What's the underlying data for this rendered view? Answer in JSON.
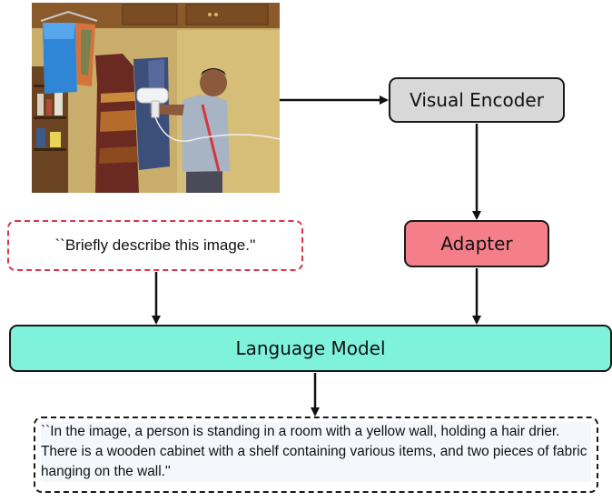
{
  "diagram": {
    "nodes": {
      "visual_encoder": "Visual Encoder",
      "adapter": "Adapter",
      "language_model": "Language Model",
      "prompt": "``Briefly describe this image.''",
      "output": "``In the image, a person is standing in a room with a yellow wall, holding a hair drier. There is a wooden cabinet with a shelf containing various items, and two pieces of fabric hanging on the wall.''"
    },
    "colors": {
      "visual_encoder_fill": "#d8d8d8",
      "adapter_fill": "#f47f8a",
      "language_model_fill": "#7ff2dc",
      "prompt_border": "#d9364a",
      "output_border": "#1a1a1a",
      "arrow": "#111111"
    },
    "photo": {
      "subject": "person holding a hair drier in a room with a yellow wall, wooden cabinet and hanging fabric"
    }
  }
}
